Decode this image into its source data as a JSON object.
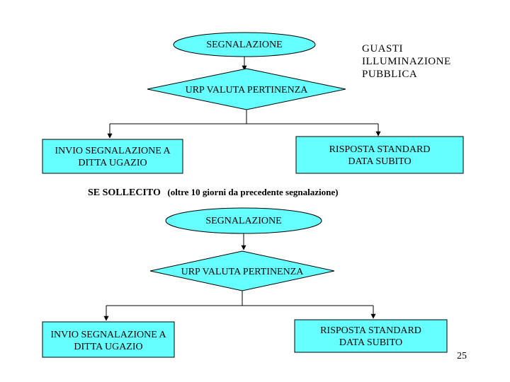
{
  "title": "GUASTI\nILLUMINAZIONE\nPUBBLICA",
  "flow_top": {
    "start": "SEGNALAZIONE",
    "decision": "URP VALUTA PERTINENZA",
    "left_box": "INVIO SEGNALAZIONE A\nDITTA UGAZIO",
    "right_box": "RISPOSTA STANDARD\nDATA SUBITO"
  },
  "note": {
    "lead": "SE SOLLECITO",
    "detail": "(oltre 10 giorni da precedente segnalazione)"
  },
  "flow_bottom": {
    "start": "SEGNALAZIONE",
    "decision": "URP VALUTA PERTINENZA",
    "left_box": "INVIO SEGNALAZIONE A\nDITTA UGAZIO",
    "right_box": "RISPOSTA STANDARD\nDATA SUBITO"
  },
  "page_number": "25",
  "colors": {
    "shape_fill": "#66ffff",
    "stroke": "#000000"
  }
}
